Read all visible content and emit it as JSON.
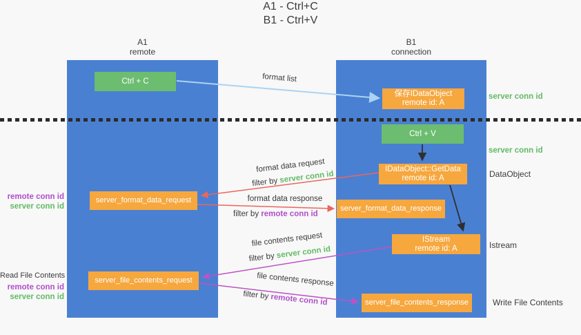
{
  "title": {
    "line1": "A1 - Ctrl+C",
    "line2": "B1 - Ctrl+V"
  },
  "lanes": {
    "left": {
      "id": "A1",
      "role": "remote"
    },
    "right": {
      "id": "B1",
      "role": "connection"
    }
  },
  "nodes": {
    "ctrl_c": "Ctrl + C",
    "ctrl_v": "Ctrl + V",
    "save_dataobject": {
      "line1": "保存IDataObject",
      "line2": "remote id: A"
    },
    "getdata": {
      "line1": "IDataObject::GetData",
      "line2": "remote id: A"
    },
    "istream": {
      "line1": "IStream",
      "line2": "remote id: A"
    },
    "format_request": "server_format_data_request",
    "format_response": "server_format_data_response",
    "file_request": "server_file_contents_request",
    "file_response": "server_file_contents_response"
  },
  "edge_labels": {
    "format_list": "format list",
    "format_data_request": "format data request",
    "format_data_response": "format data response",
    "file_contents_request": "file contents request",
    "file_contents_response": "file contents response",
    "filter_by": "filter by ",
    "server_conn_id": "server conn id",
    "remote_conn_id": "remote conn id"
  },
  "side_labels": {
    "server_conn_id": "server conn id",
    "remote_conn_id": "remote conn id",
    "dataobject": "DataObject",
    "istream": "Istream",
    "read_file_contents": "Read File Contents",
    "write_file_contents": "Write File Contents"
  },
  "colors": {
    "lane_blue": "#4A80D2",
    "node_green": "#6CBD6F",
    "node_orange": "#F6A73E",
    "arrow_lightblue": "#ABD3F2",
    "arrow_red": "#ED655C",
    "arrow_purple": "#BC53C5",
    "arrow_black": "#2F2F2F",
    "text_green": "#62BA66",
    "text_purple": "#B04FC8",
    "text_dark": "#3A3A3A",
    "background": "#F8F8F8"
  }
}
